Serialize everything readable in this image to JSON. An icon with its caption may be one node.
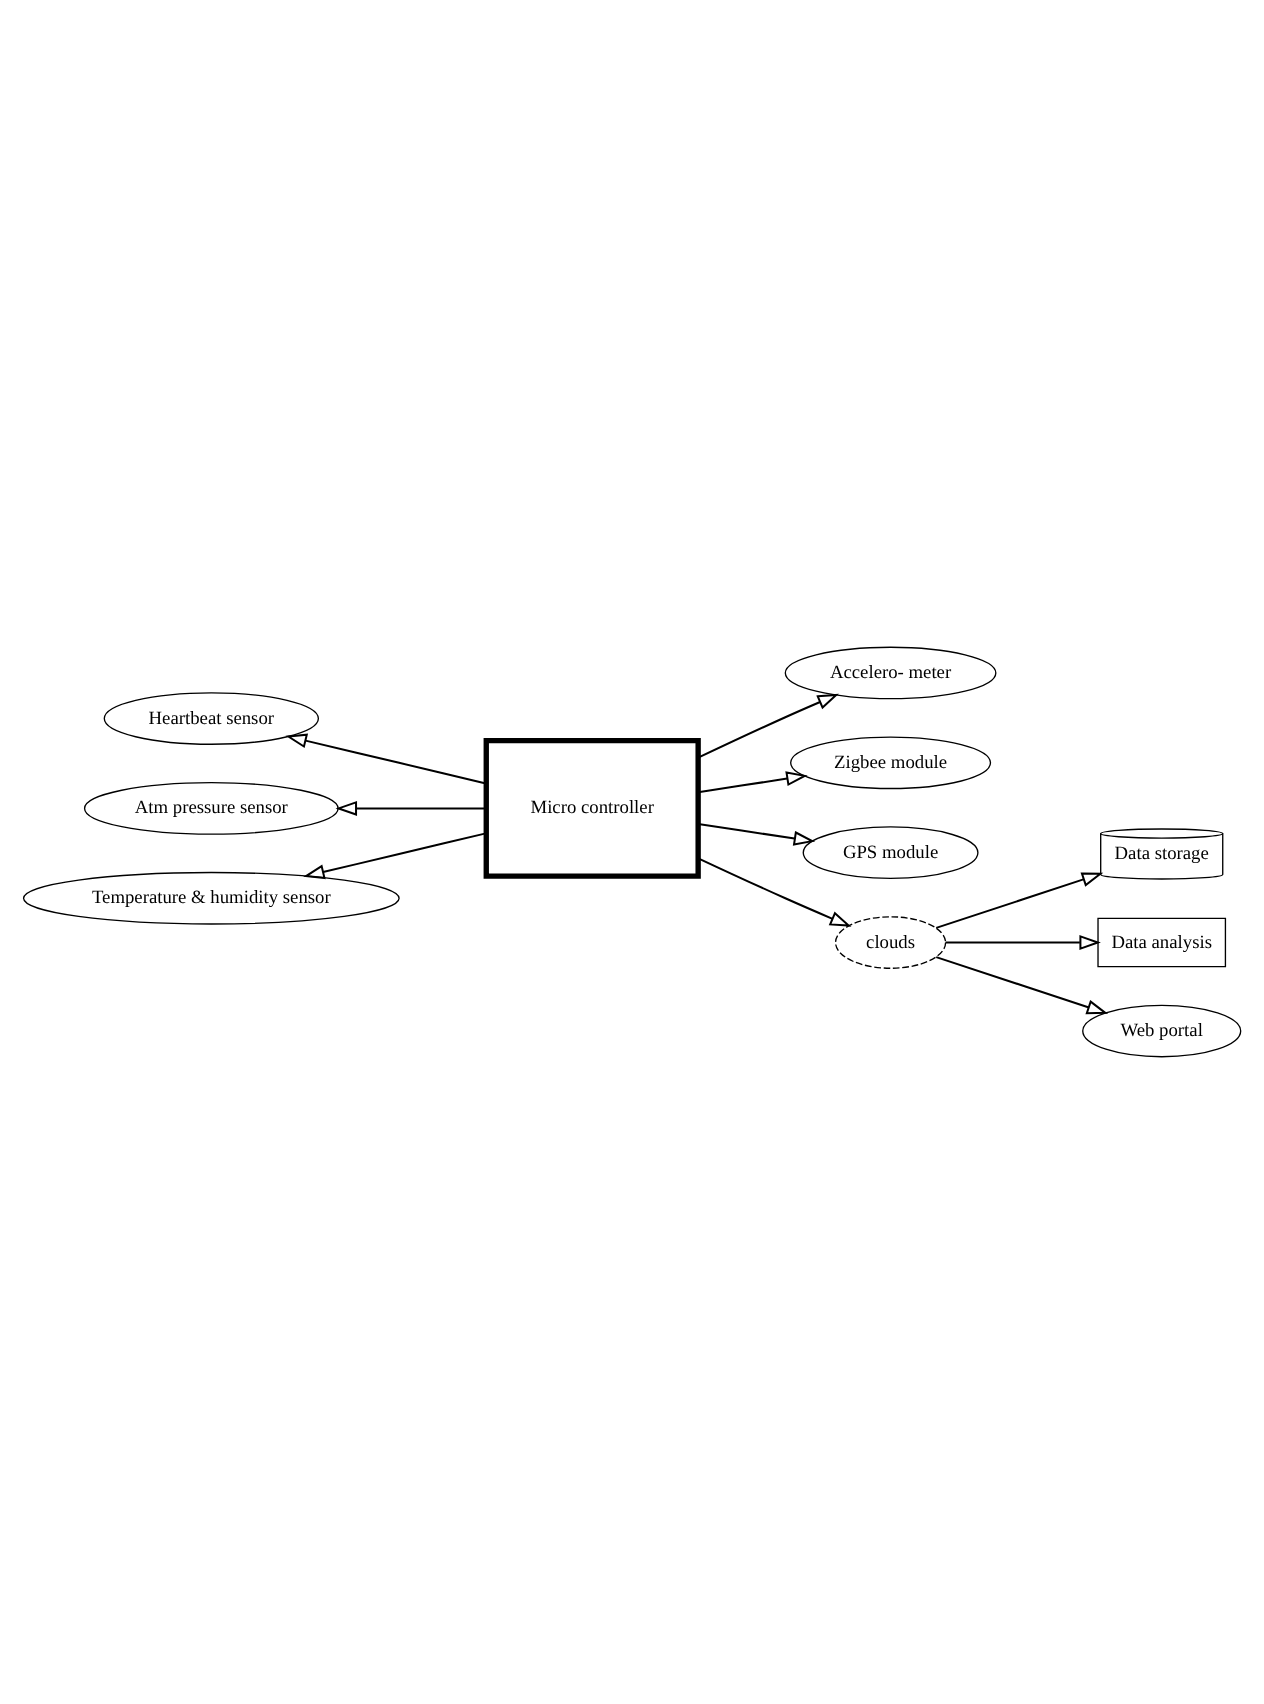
{
  "diagram": {
    "nodes": [
      {
        "text": [
          "Heartbeat sensor"
        ]
      },
      {
        "text": [
          "Atm pressure sensor"
        ]
      },
      {
        "text": [
          "Temperature & humidity sensor"
        ]
      },
      {
        "text": [
          "Micro controller"
        ]
      },
      {
        "text": [
          "Accelero- meter"
        ]
      },
      {
        "text": [
          "Zigbee module"
        ]
      },
      {
        "text": [
          "GPS module"
        ]
      },
      {
        "text": [
          "Data storage"
        ]
      },
      {
        "text": [
          "clouds"
        ]
      },
      {
        "text": [
          "Data analysis"
        ]
      },
      {
        "text": [
          "Web portal"
        ]
      }
    ],
    "edges": [
      {
        "from": 3,
        "to": 0,
        "arrow": "to"
      },
      {
        "from": 3,
        "to": 1,
        "arrow": "to"
      },
      {
        "from": 3,
        "to": 2,
        "arrow": "to"
      },
      {
        "from": 3,
        "to": 4,
        "arrow": "to"
      },
      {
        "from": 3,
        "to": 5,
        "arrow": "to"
      },
      {
        "from": 3,
        "to": 6,
        "arrow": "to"
      },
      {
        "from": 3,
        "to": 8,
        "arrow": "to"
      },
      {
        "from": 8,
        "to": 7,
        "arrow": "to"
      },
      {
        "from": 8,
        "to": 9,
        "arrow": "to"
      },
      {
        "from": 8,
        "to": 10,
        "arrow": "to"
      }
    ]
  }
}
